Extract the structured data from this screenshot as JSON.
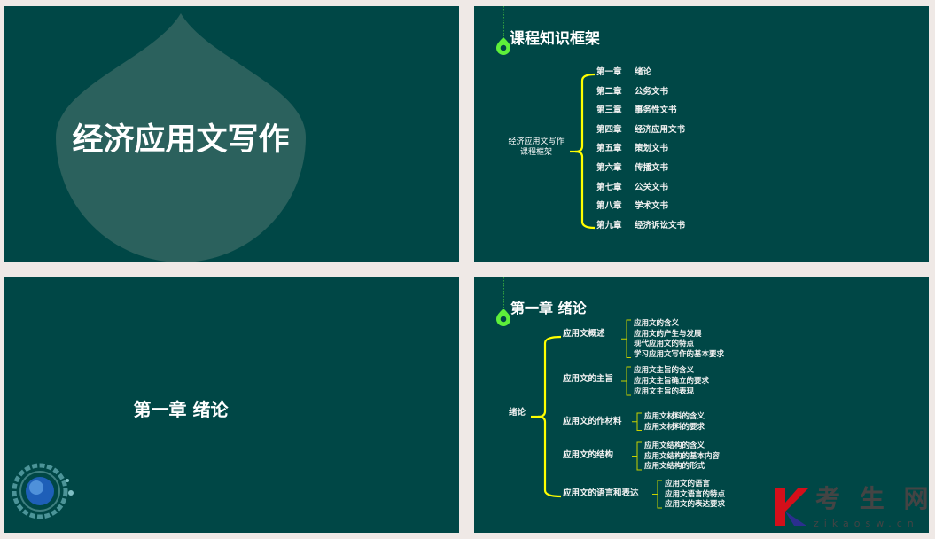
{
  "slide1": {
    "title": "经济应用文写作",
    "colors": {
      "bg": "#004746",
      "drop": "#2b615d"
    }
  },
  "slide2": {
    "title": "课程知识框架",
    "root": [
      "经济应用文写作",
      "课程框架"
    ],
    "chapters": [
      {
        "num": "第一章",
        "name": "绪论"
      },
      {
        "num": "第二章",
        "name": "公务文书"
      },
      {
        "num": "第三章",
        "name": "事务性文书"
      },
      {
        "num": "第四章",
        "name": "经济应用文书"
      },
      {
        "num": "第五章",
        "name": "策划文书"
      },
      {
        "num": "第六章",
        "name": "传播文书"
      },
      {
        "num": "第七章",
        "name": "公关文书"
      },
      {
        "num": "第八章",
        "name": "学术文书"
      },
      {
        "num": "第九章",
        "name": "经济诉讼文书"
      }
    ]
  },
  "slide3": {
    "title": "第一章  绪论",
    "icon": "globe-icon"
  },
  "slide4": {
    "title": "第一章  绪论",
    "root": "绪论",
    "branches": [
      {
        "label": "应用文概述",
        "items": [
          "应用文的含义",
          "应用文的产生与发展",
          "现代应用文的特点",
          "学习应用文写作的基本要求"
        ]
      },
      {
        "label": "应用文的主旨",
        "items": [
          "应用文主旨的含义",
          "应用文主旨确立的要求",
          "应用文主旨的表现"
        ]
      },
      {
        "label": "应用文的作材料",
        "items": [
          "应用文材料的含义",
          "应用文材料的要求"
        ]
      },
      {
        "label": "应用文的结构",
        "items": [
          "应用文结构的含义",
          "应用文结构的基本内容",
          "应用文结构的形式"
        ]
      },
      {
        "label": "应用文的语言和表达",
        "items": [
          "应用文的语言",
          "应用文语言的特点",
          "应用文的表达要求"
        ]
      }
    ]
  },
  "watermark": {
    "logo": "K",
    "name": "考 生 网",
    "url": "zikaosw.cn"
  },
  "colors": {
    "accent": "#ffff00",
    "pin": "#5ef03a"
  }
}
